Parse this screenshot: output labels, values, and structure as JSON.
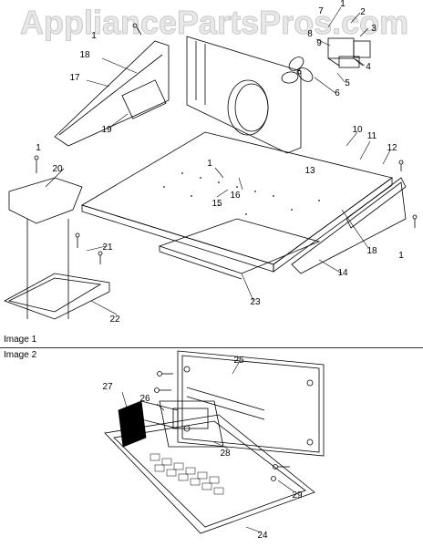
{
  "watermark": "AppliancePartsPros.com",
  "image_labels": [
    "Image 1",
    "Image 2"
  ],
  "callouts": [
    "1",
    "2",
    "3",
    "4",
    "5",
    "6",
    "7",
    "8",
    "9",
    "10",
    "11",
    "12",
    "13",
    "14",
    "15",
    "16",
    "17",
    "18",
    "19",
    "20",
    "21",
    "22",
    "23",
    "24",
    "25",
    "26",
    "27",
    "28",
    "29"
  ],
  "colors": {
    "line": "#000000",
    "watermark": "#e8e8e8",
    "background": "#ffffff"
  }
}
